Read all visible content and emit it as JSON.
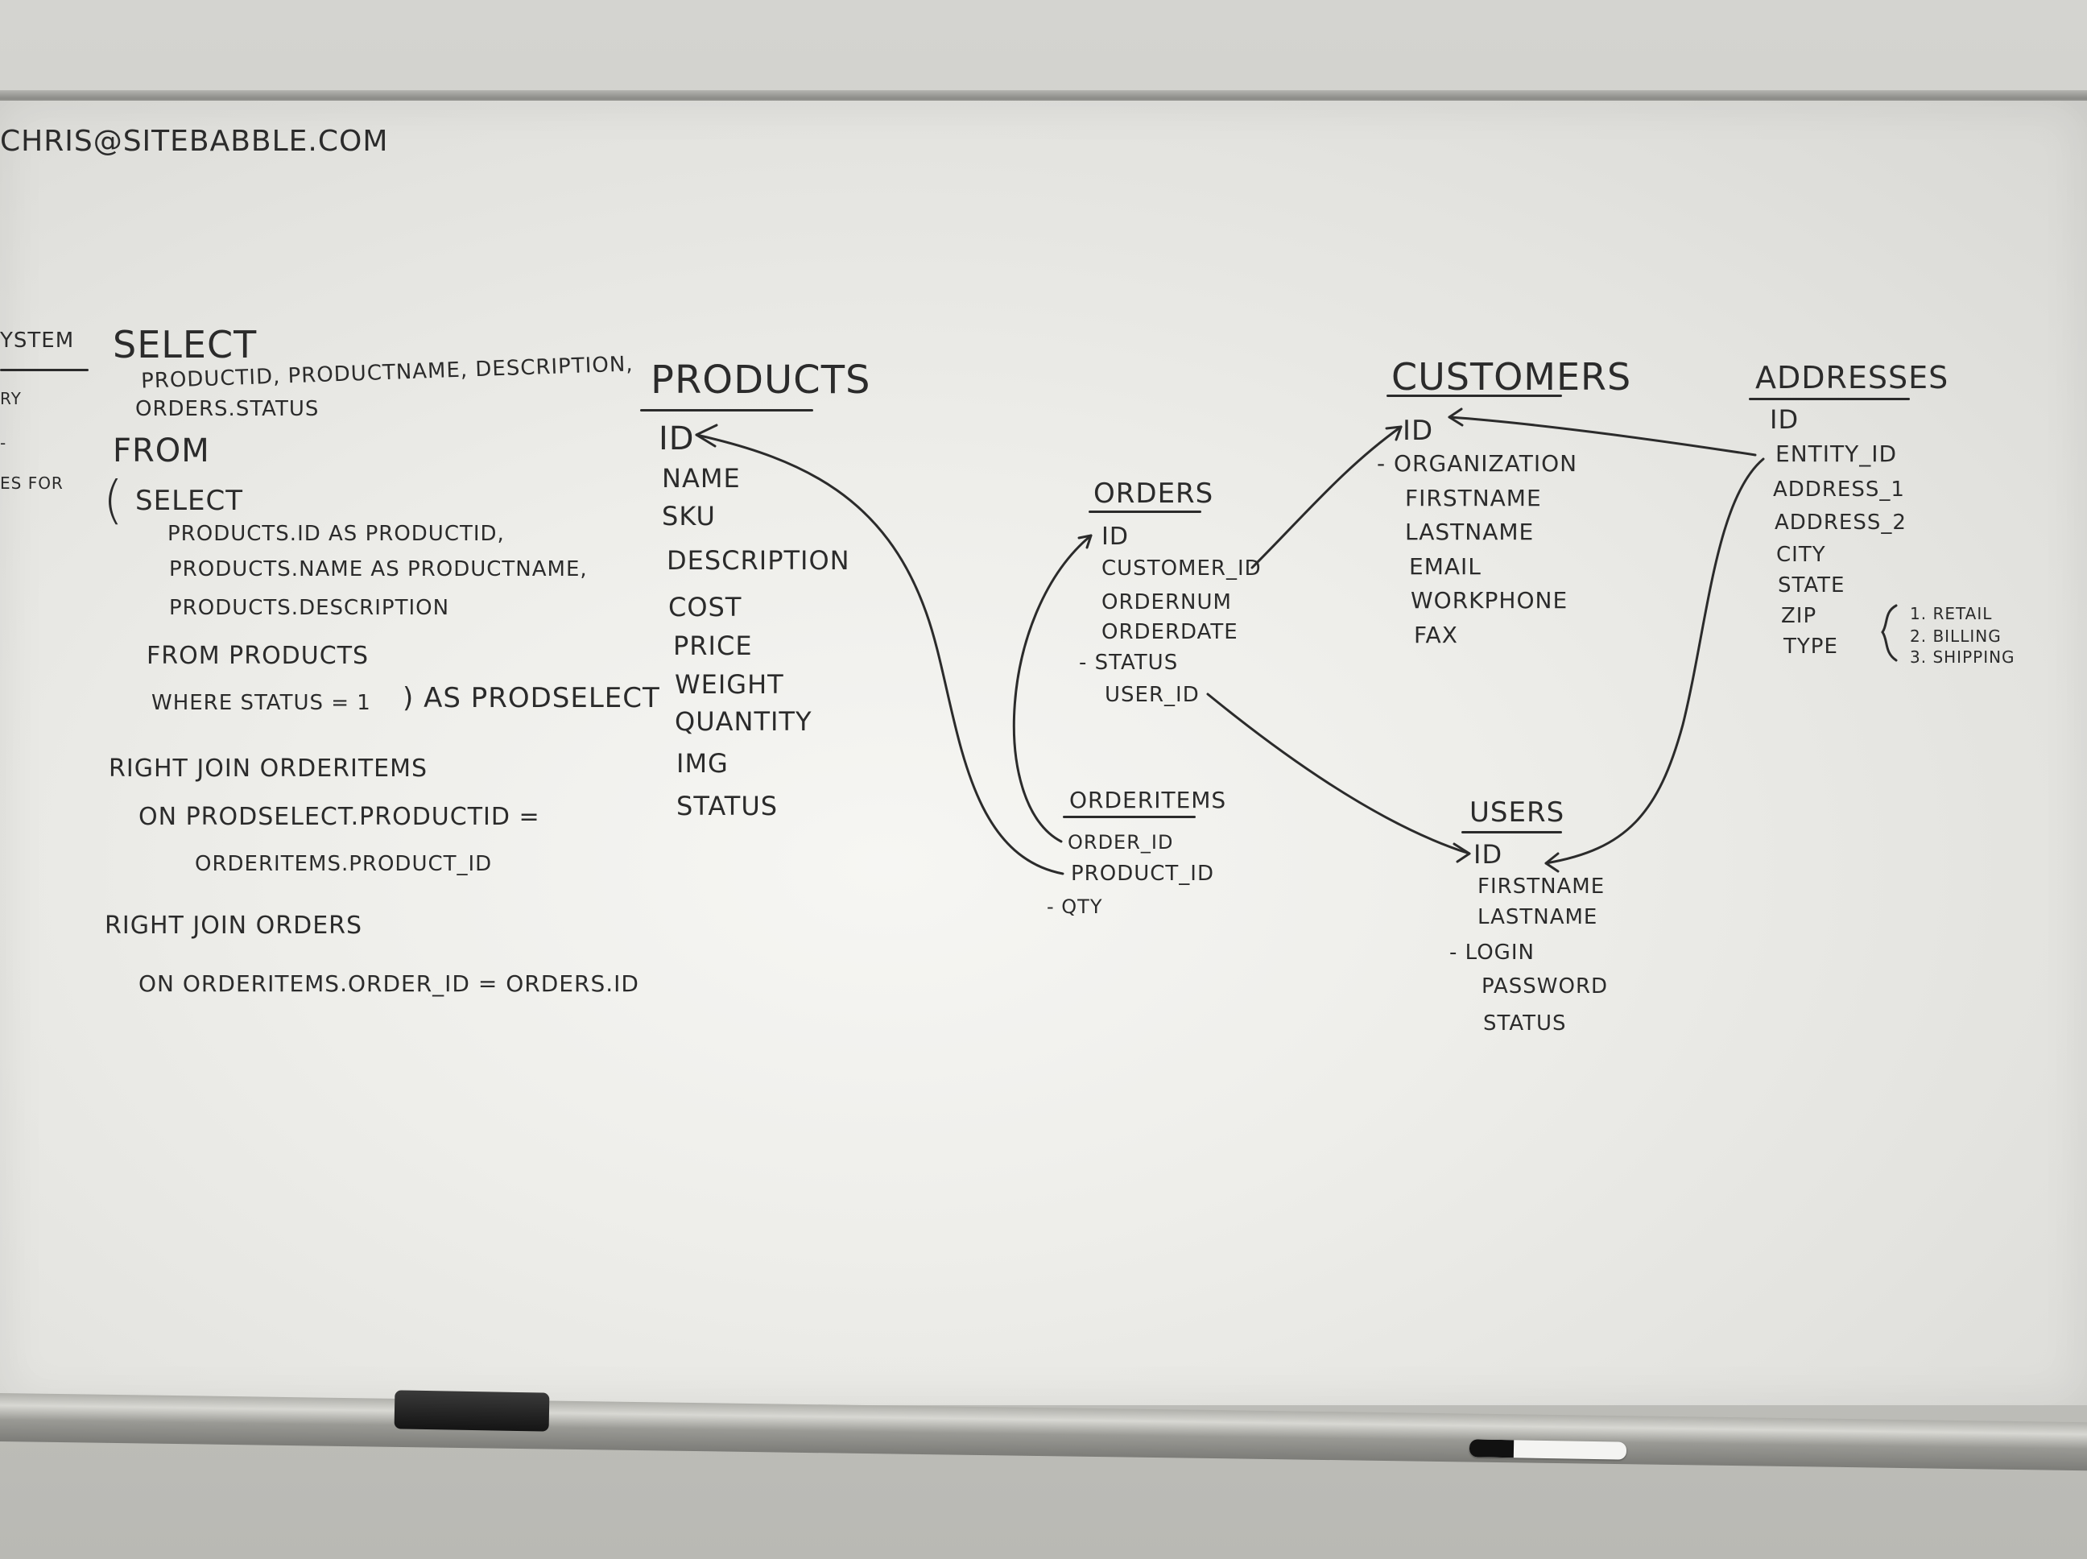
{
  "email": "CHRIS@SITEBABBLE.COM",
  "left_fragments": [
    "YSTEM",
    "RY",
    "-",
    "ES FOR"
  ],
  "sql": {
    "select": "SELECT",
    "select_fields": "PRODUCTID, PRODUCTNAME, DESCRIPTION,",
    "select_fields_2": "ORDERS.STATUS",
    "from": "FROM",
    "open_paren": "(",
    "sub_select": "SELECT",
    "sub_1": "PRODUCTS.ID AS PRODUCTID,",
    "sub_2": "PRODUCTS.NAME AS PRODUCTNAME,",
    "sub_3": "PRODUCTS.DESCRIPTION",
    "sub_from": "FROM PRODUCTS",
    "sub_where": "WHERE STATUS = 1",
    "close_alias": ") AS PRODSELECT",
    "join1": "RIGHT JOIN ORDERITEMS",
    "join1_on": "ON PRODSELECT.PRODUCTID =",
    "join1_on_2": "ORDERITEMS.PRODUCT_ID",
    "join2": "RIGHT JOIN ORDERS",
    "join2_on": "ON ORDERITEMS.ORDER_ID = ORDERS.ID"
  },
  "tables": {
    "products": {
      "title": "PRODUCTS",
      "fields": [
        "ID",
        "NAME",
        "SKU",
        "DESCRIPTION",
        "COST",
        "PRICE",
        "WEIGHT",
        "QUANTITY",
        "IMG",
        "STATUS"
      ]
    },
    "orders": {
      "title": "ORDERS",
      "fields": [
        "ID",
        "CUSTOMER_ID",
        "ORDERNUM",
        "ORDERDATE",
        "- STATUS",
        "USER_ID"
      ]
    },
    "orderitems": {
      "title": "ORDERITEMS",
      "fields": [
        "ORDER_ID",
        "PRODUCT_ID",
        "- QTY"
      ]
    },
    "customers": {
      "title": "CUSTOMERS",
      "fields": [
        "ID",
        "- ORGANIZATION",
        "FIRSTNAME",
        "LASTNAME",
        "EMAIL",
        "WORKPHONE",
        "FAX"
      ]
    },
    "users": {
      "title": "USERS",
      "fields": [
        "ID",
        "FIRSTNAME",
        "LASTNAME",
        "- LOGIN",
        "PASSWORD",
        "STATUS"
      ]
    },
    "addresses": {
      "title": "ADDRESSES",
      "fields": [
        "ID",
        "ENTITY_ID",
        "ADDRESS_1",
        "ADDRESS_2",
        "CITY",
        "STATE",
        "ZIP",
        "TYPE"
      ],
      "type_values": [
        "1. RETAIL",
        "2. BILLING",
        "3. SHIPPING"
      ]
    }
  },
  "colors": {
    "ink": "#2b2b2b",
    "board": "#eeeeea",
    "wall": "#c9c9c4"
  }
}
